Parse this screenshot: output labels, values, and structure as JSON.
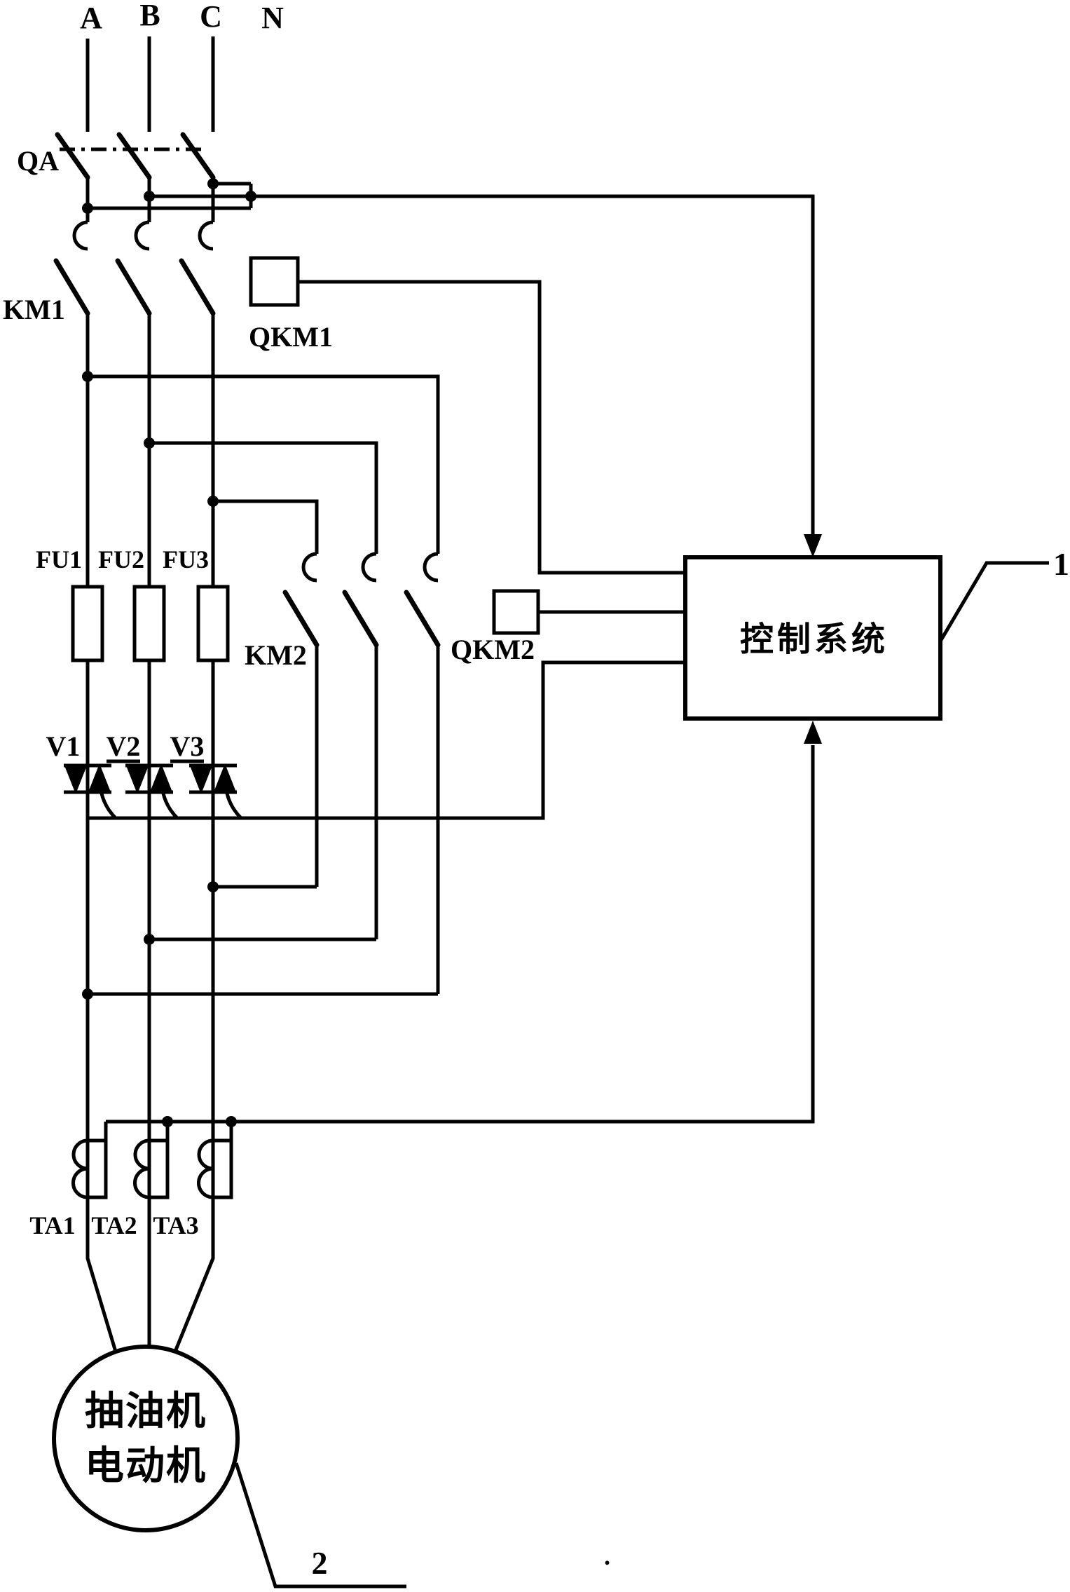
{
  "diagram": {
    "title_semantic": "three-phase thyristor soft-start control circuit for pumping unit motor",
    "colors": {
      "line": "#000000",
      "background": "#ffffff"
    },
    "phase_labels": {
      "a": "A",
      "b": "B",
      "c": "C",
      "n": "N"
    },
    "components": {
      "qa": "QA",
      "km1": "KM1",
      "qkm1": "QKM1",
      "fu1": "FU1",
      "fu2": "FU2",
      "fu3": "FU3",
      "km2": "KM2",
      "qkm2": "QKM2",
      "v1": "V1",
      "v2": "V2",
      "v3": "V3",
      "ta1": "TA1",
      "ta2": "TA2",
      "ta3": "TA3"
    },
    "control_system_label": "控制系统",
    "motor_label_line1": "抽油机",
    "motor_label_line2": "电动机",
    "callout_1": "1",
    "callout_2": "2",
    "period": "."
  }
}
